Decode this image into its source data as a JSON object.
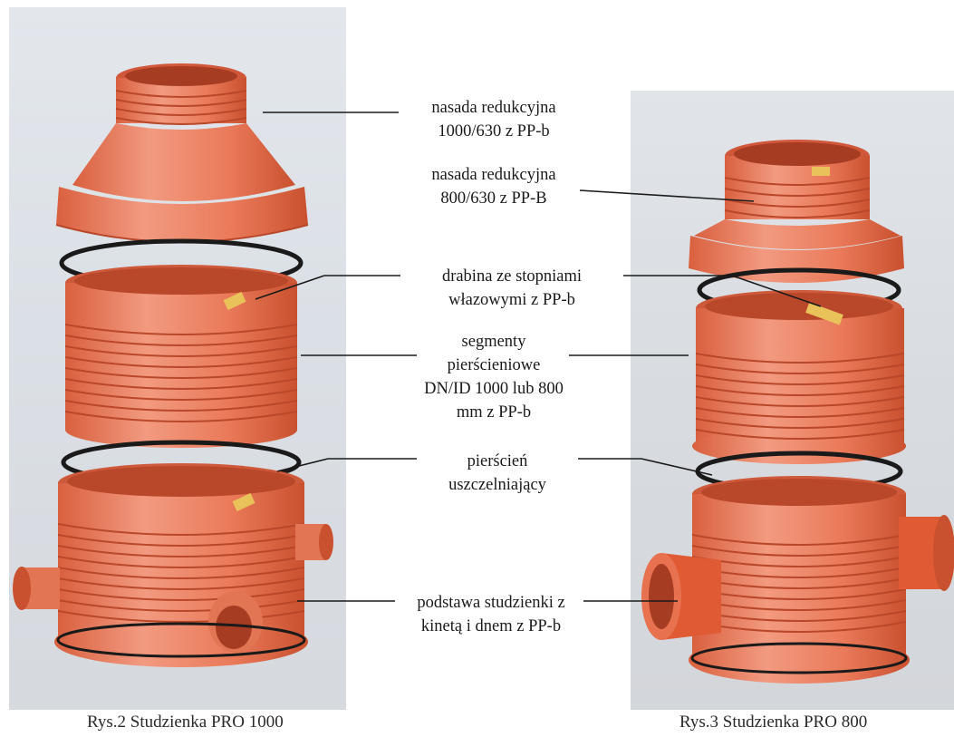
{
  "labels": {
    "reduction_cap_1000": [
      "nasada redukcyjna",
      "1000/630 z PP-b"
    ],
    "reduction_cap_800": [
      "nasada redukcyjna",
      "800/630 z PP-B"
    ],
    "ladder": [
      "drabina ze stopniami",
      "włazowymi z PP-b"
    ],
    "ring_segments": [
      "segmenty",
      "pierścieniowe",
      "DN/ID 1000 lub 800",
      "mm z PP-b"
    ],
    "sealing_ring": [
      "pierścień",
      "uszczelniający"
    ],
    "base": [
      "podstawa studzienki z",
      "kinetą i dnem z PP-b"
    ]
  },
  "captions": {
    "left": "Rys.2 Studzienka PRO 1000",
    "right": "Rys.3 Studzienka PRO 800"
  },
  "colors": {
    "pipe_orange": "#e8714f",
    "pipe_light": "#f1947a",
    "pipe_dark": "#c2502f",
    "seal_black": "#1a1a1a",
    "ladder_yellow": "#e9c25a",
    "leader_line": "#1a1a1a"
  }
}
